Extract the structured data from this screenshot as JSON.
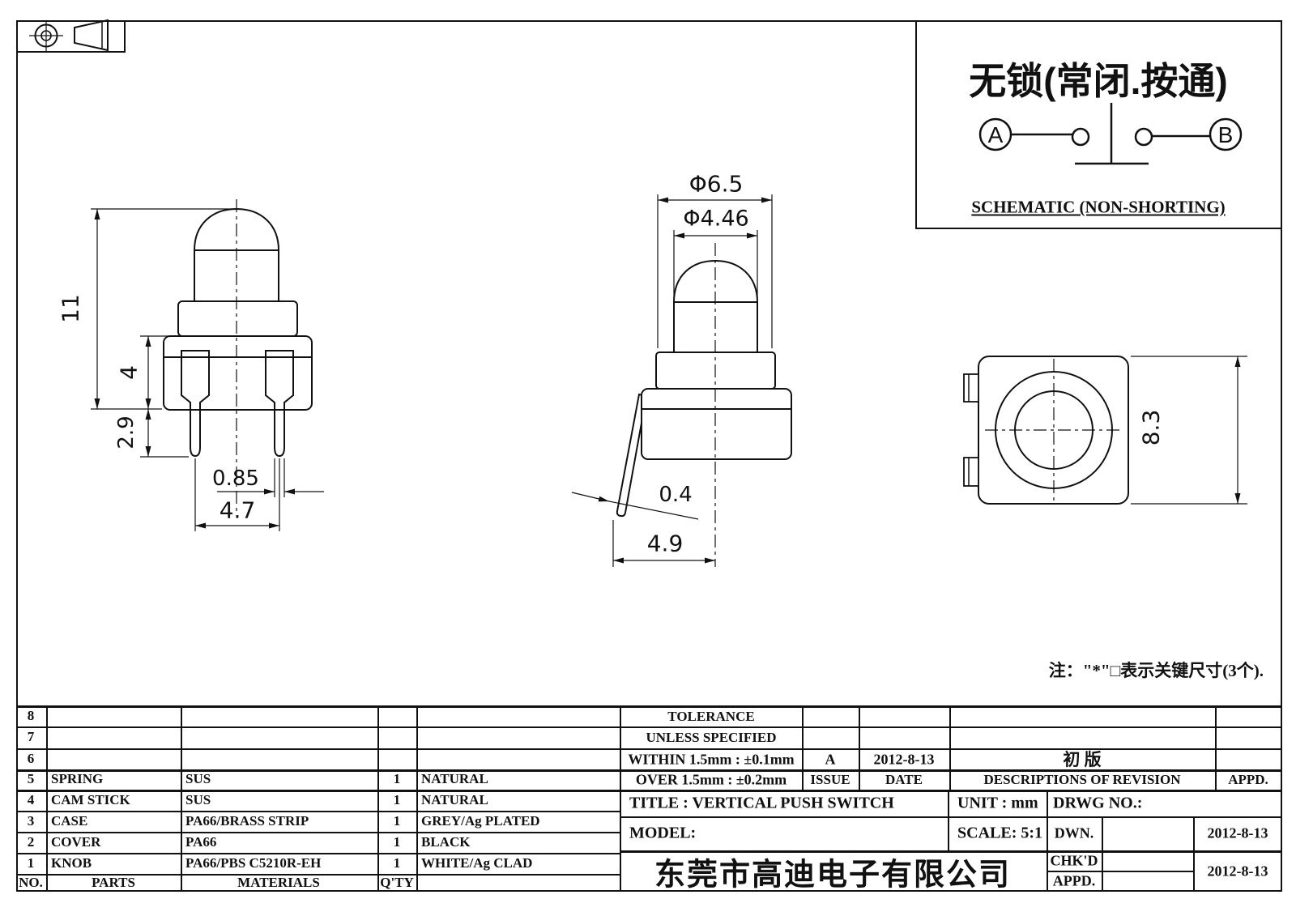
{
  "corner_symbols": {
    "first_icon": "projection-target-circle-icon",
    "second_icon": "projection-truncated-cone-icon"
  },
  "schematic": {
    "title": "无锁(常闭.按通)",
    "terminal_a": "A",
    "terminal_b": "B",
    "caption": "SCHEMATIC (NON-SHORTING)"
  },
  "dimensions": {
    "front": {
      "total_height": "11",
      "case_height": "4",
      "pin_length": "2.9",
      "pin_width": "0.85",
      "pin_pitch": "4.7"
    },
    "side": {
      "outer_dia": "Φ6.5",
      "knob_dia": "Φ4.46",
      "stick_thickness": "0.4",
      "stick_span": "4.9"
    },
    "top": {
      "body_size": "8.3"
    }
  },
  "note": "注：\"*\"□表示关键尺寸(3个).",
  "parts_table": {
    "footer": {
      "no": "NO.",
      "parts": "PARTS",
      "materials": "MATERIALS",
      "qty": "Q'TY"
    },
    "rows": [
      {
        "no": "8",
        "part": "",
        "material": "",
        "qty": "",
        "color": ""
      },
      {
        "no": "7",
        "part": "",
        "material": "",
        "qty": "",
        "color": ""
      },
      {
        "no": "6",
        "part": "",
        "material": "",
        "qty": "",
        "color": ""
      },
      {
        "no": "5",
        "part": "SPRING",
        "material": "SUS",
        "qty": "1",
        "color": "NATURAL"
      },
      {
        "no": "4",
        "part": "CAM STICK",
        "material": "SUS",
        "qty": "1",
        "color": "NATURAL"
      },
      {
        "no": "3",
        "part": "CASE",
        "material": "PA66/BRASS STRIP",
        "qty": "1",
        "color": "GREY/Ag PLATED"
      },
      {
        "no": "2",
        "part": "COVER",
        "material": "PA66",
        "qty": "1",
        "color": "BLACK"
      },
      {
        "no": "1",
        "part": "KNOB",
        "material": "PA66/PBS C5210R-EH",
        "qty": "1",
        "color": "WHITE/Ag CLAD"
      }
    ]
  },
  "title_block": {
    "tolerance_line1": "TOLERANCE",
    "tolerance_line2": "UNLESS  SPECIFIED",
    "within": "WITHIN  1.5mm : ±0.1mm",
    "over": "OVER  1.5mm : ±0.2mm",
    "issue_value": "A",
    "issue_label": "ISSUE",
    "revision_date": "2012-8-13",
    "date_label": "DATE",
    "revision_desc": "初  版",
    "descriptions_label": "DESCRIPTIONS  OF  REVISION",
    "appd_header": "APPD.",
    "title": "TITLE :   VERTICAL  PUSH  SWITCH",
    "unit": "UNIT :   mm",
    "drwg_no": "DRWG  NO.:",
    "model": "MODEL:",
    "scale": "SCALE:   5:1",
    "dwn_label": "DWN.",
    "chkd_label": "CHK'D",
    "appd_label": "APPD.",
    "dwn_date": "2012-8-13",
    "chkd_date": "2012-8-13",
    "company": "东莞市高迪电子有限公司"
  }
}
